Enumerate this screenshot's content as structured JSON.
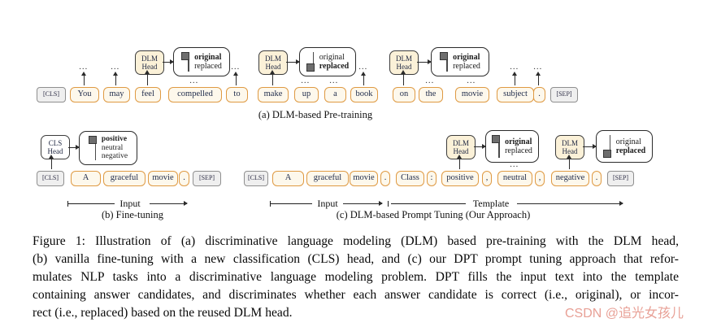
{
  "figure": {
    "ellipsis": "…",
    "sections": {
      "a": {
        "caption": "(a) DLM-based Pre-training",
        "head": {
          "line1": "DLM",
          "line2": "Head"
        },
        "tokens": [
          "[CLS]",
          "You",
          "may",
          "feel",
          "compelled",
          "to",
          "make",
          "up",
          "a",
          "book",
          "on",
          "the",
          "movie",
          "subject",
          ".",
          "[SEP]"
        ],
        "outputs": [
          {
            "options": [
              "original",
              "replaced"
            ],
            "selected": "original"
          },
          {
            "options": [
              "original",
              "replaced"
            ],
            "selected": "replaced"
          },
          {
            "options": [
              "original",
              "replaced"
            ],
            "selected": "original"
          }
        ]
      },
      "b": {
        "caption": "(b) Fine-tuning",
        "head": {
          "line1": "CLS",
          "line2": "Head"
        },
        "tokens": [
          "[CLS]",
          "A",
          "graceful",
          "movie",
          ".",
          "[SEP]"
        ],
        "output": {
          "options": [
            "positive",
            "neutral",
            "negative"
          ],
          "selected": "positive"
        },
        "span_label": "Input"
      },
      "c": {
        "caption": "(c) DLM-based Prompt Tuning (Our Approach)",
        "head": {
          "line1": "DLM",
          "line2": "Head"
        },
        "tokens": [
          "[CLS]",
          "A",
          "graceful",
          "movie",
          ".",
          "Class",
          ":",
          "positive",
          ",",
          "neutral",
          ",",
          "negative",
          ".",
          "[SEP]"
        ],
        "outputs": [
          {
            "options": [
              "original",
              "replaced"
            ],
            "selected": "original"
          },
          {
            "options": [
              "original",
              "replaced"
            ],
            "selected": "replaced"
          }
        ],
        "span_labels": {
          "input": "Input",
          "template": "Template"
        }
      }
    },
    "caption_lines": [
      "Figure 1: Illustration of (a) discriminative language modeling (DLM) based pre-training with the DLM head,",
      "(b) vanilla fine-tuning with a new classification (CLS) head, and (c) our DPT prompt tuning approach that refor-",
      "mulates NLP tasks into a discriminative language modeling problem. DPT fills the input text into the template",
      "containing answer candidates, and discriminates whether each answer candidate is correct (i.e., original), or incor-",
      "rect (i.e., replaced) based on the reused DLM head."
    ]
  },
  "watermark": {
    "text": "CSDN @追光女孩儿",
    "color": "#e8a096"
  },
  "colors": {
    "token_fill": "#fdf8ec",
    "token_border": "#df9a43",
    "special_token_fill": "#efefef",
    "special_token_border": "#8f8f8f",
    "head_fill": "#fbf1d8",
    "box_border": "#2b2b2b"
  }
}
